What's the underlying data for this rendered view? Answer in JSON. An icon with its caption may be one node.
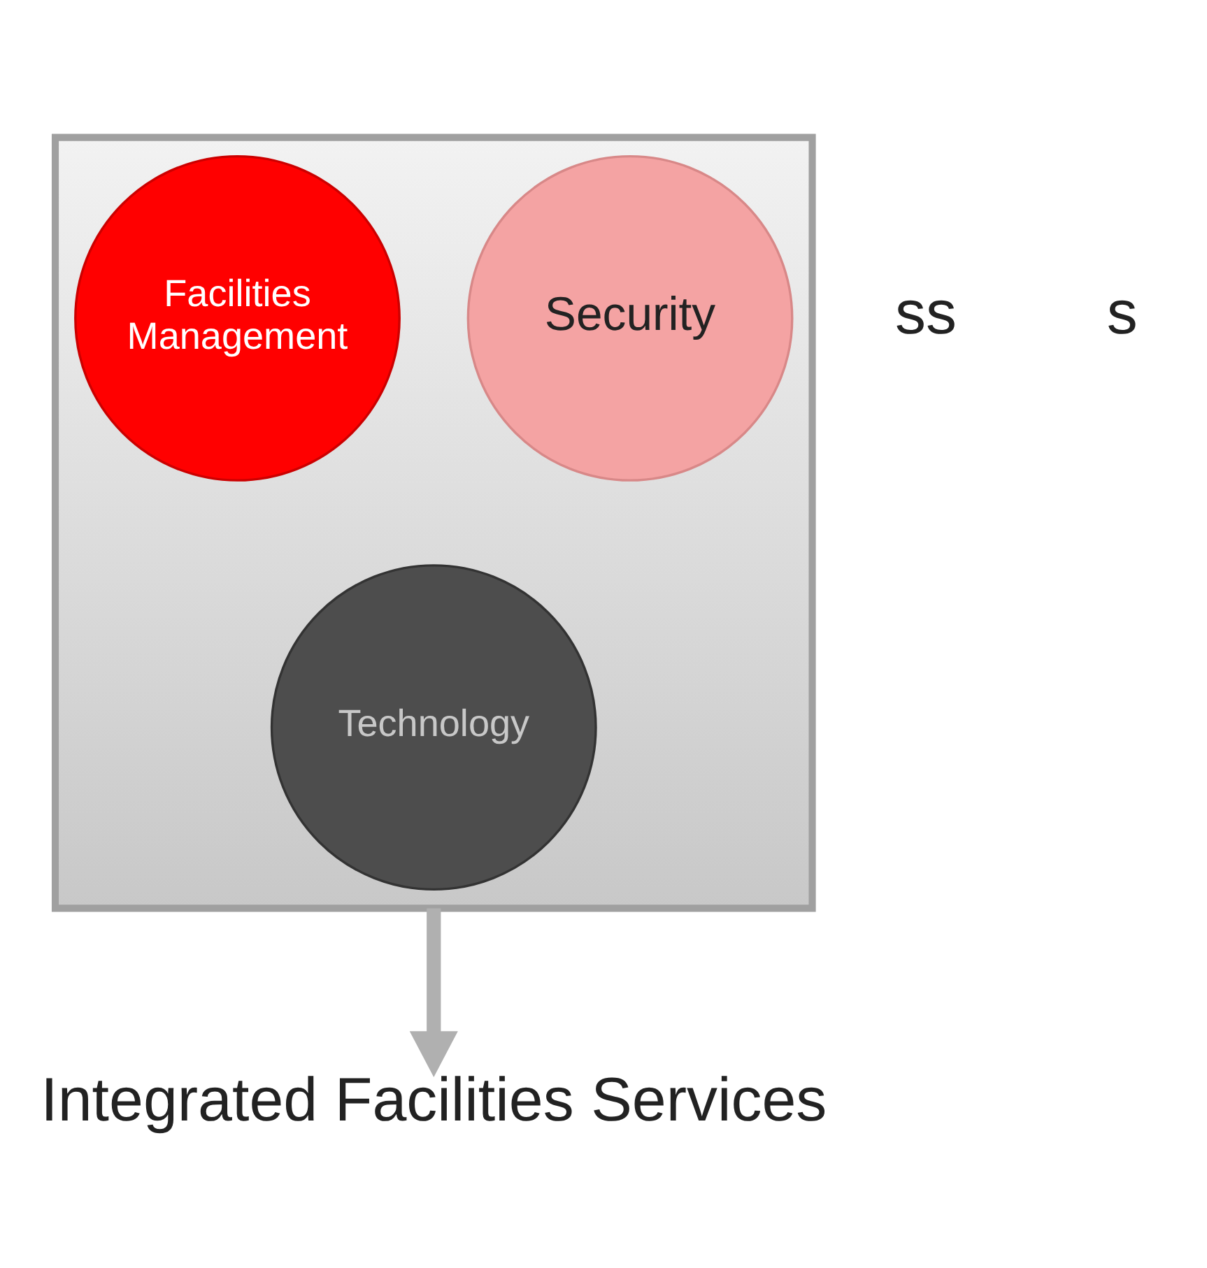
{
  "diagram": {
    "nodes": [
      {
        "text": [],
        "shape": "funnel"
      },
      {
        "text": [
          "Facilities Management"
        ],
        "in": 0
      },
      {
        "text": [
          "Security"
        ],
        "in": 0
      },
      {
        "text": [
          "Technology"
        ],
        "in": 0
      },
      {
        "text": [
          "Integrated Facilities Services"
        ]
      }
    ],
    "edges": [
      {
        "from": 0,
        "to": 4,
        "arrow": "to"
      }
    ],
    "labels": [
      "ss",
      "s"
    ]
  }
}
